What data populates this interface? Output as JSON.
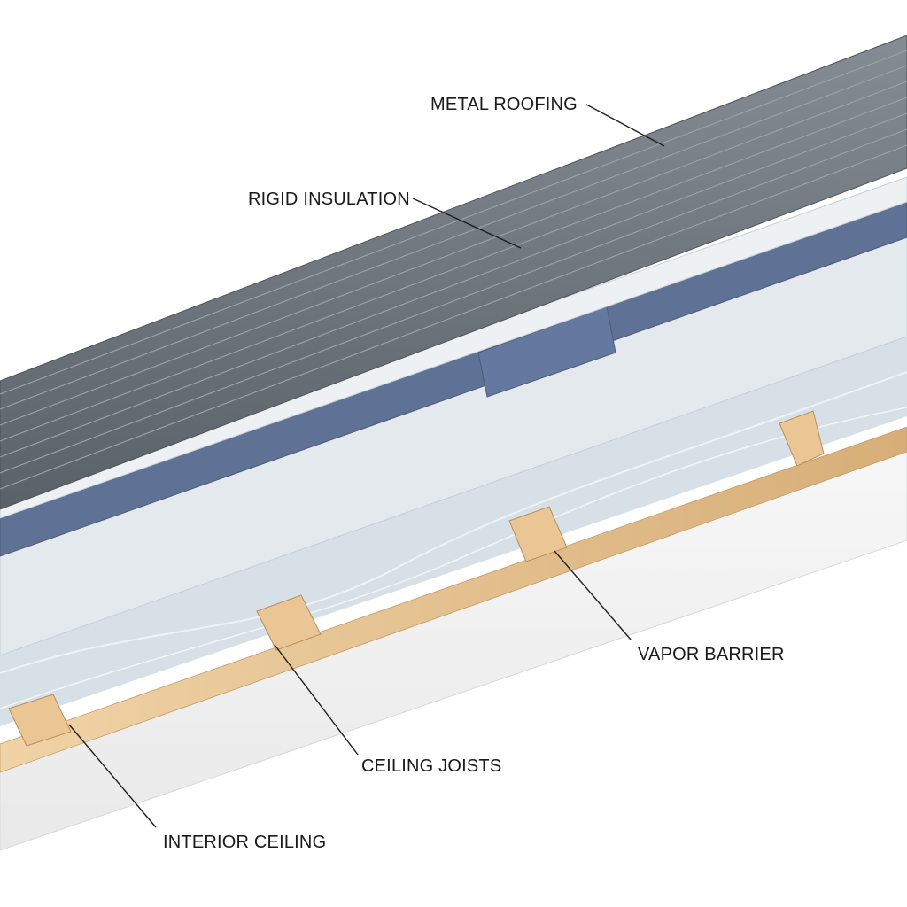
{
  "callouts": {
    "metal_roofing": "METAL ROOFING",
    "rigid_insulation": "RIGID INSULATION",
    "vapor_barrier": "VAPOR BARRIER",
    "ceiling_joists": "CEILING JOISTS",
    "interior_ceiling": "INTERIOR CEILING"
  },
  "colors": {
    "background": "#ffffff",
    "metal_roofing": "#6d747b",
    "rigid_insulation_blue": "#5f7296",
    "rigid_insulation_white": "#e6ebee",
    "vapor_barrier": "#c7d5de",
    "ceiling_joists": "#e3c08f",
    "interior_ceiling": "#f4f4f4",
    "label_text": "#1a1a1a"
  }
}
